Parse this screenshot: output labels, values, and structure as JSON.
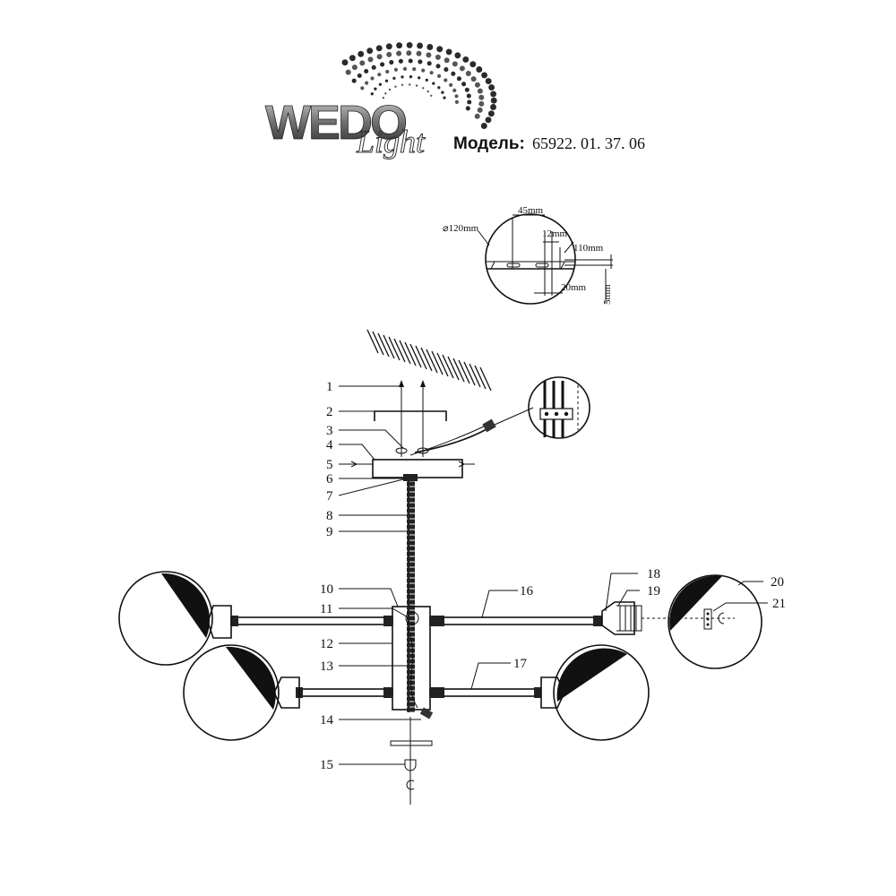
{
  "brand": {
    "logo_text": "WEDO",
    "logo_script": "Light",
    "model_label": "Модель:",
    "model_number": "65922. 01. 37. 06"
  },
  "mount_detail": {
    "diameter": "⌀120mm",
    "dim_45": "45mm",
    "dim_12": "12mm",
    "dim_110": "110mm",
    "dim_20": "20mm",
    "dim_5": "5mm"
  },
  "parts": [
    "1",
    "2",
    "3",
    "4",
    "5",
    "6",
    "7",
    "8",
    "9",
    "10",
    "11",
    "12",
    "13",
    "14",
    "15",
    "16",
    "17",
    "18",
    "19",
    "20",
    "21"
  ],
  "colors": {
    "line": "#111111",
    "logo_gray": "#7a7a7a",
    "background": "#ffffff"
  }
}
